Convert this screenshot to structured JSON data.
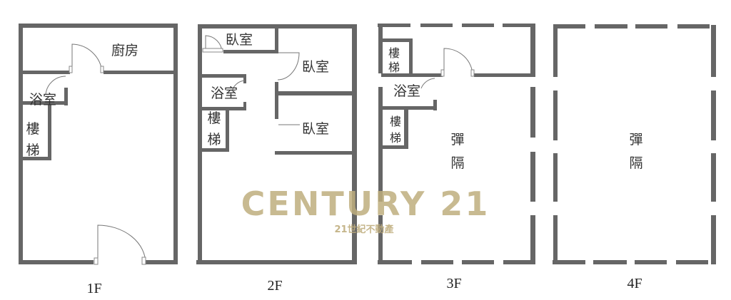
{
  "floors": [
    {
      "label": "1F",
      "rooms": {
        "kitchen": "廚房",
        "bathroom": "浴室",
        "stairs_1": "樓",
        "stairs_2": "梯"
      }
    },
    {
      "label": "2F",
      "rooms": {
        "bedroom_a": "臥室",
        "bedroom_b": "臥室",
        "bedroom_c": "臥室",
        "bathroom": "浴室",
        "stairs_1": "樓",
        "stairs_2": "梯"
      }
    },
    {
      "label": "3F",
      "rooms": {
        "stairs_top_1": "樓",
        "stairs_top_2": "梯",
        "bathroom": "浴室",
        "stairs_1": "樓",
        "stairs_2": "梯",
        "partition_1": "彈",
        "partition_2": "隔"
      }
    },
    {
      "label": "4F",
      "rooms": {
        "partition_1": "彈",
        "partition_2": "隔"
      }
    }
  ],
  "watermark": {
    "brand": "CENTURY 21",
    "subtitle": "21世紀不動產",
    "color": "#bfae7e"
  },
  "colors": {
    "wall": "#666666"
  }
}
